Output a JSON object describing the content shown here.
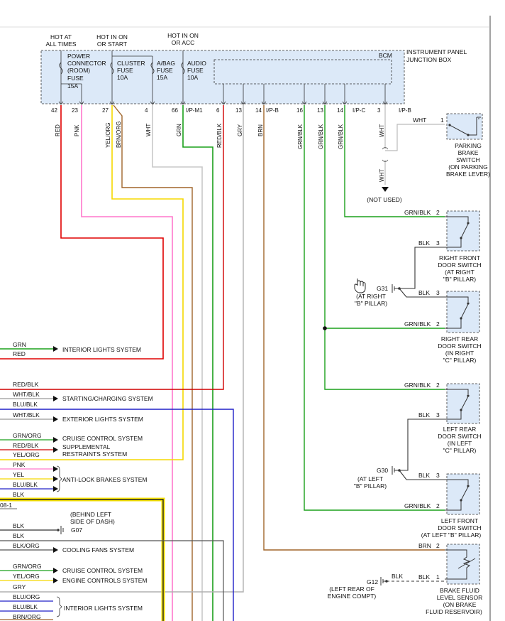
{
  "header": {
    "hot_at_all_times": [
      "HOT AT",
      "ALL TIMES"
    ],
    "hot_in_on_or_start": [
      "HOT IN ON",
      "OR START"
    ],
    "hot_in_on_or_acc": [
      "HOT IN ON",
      "OR ACC"
    ]
  },
  "junction_box": {
    "title": [
      "INSTRUMENT PANEL",
      "JUNCTION BOX"
    ],
    "bcm": "BCM",
    "power_connector": [
      "POWER",
      "CONNECTOR",
      "(ROOM)",
      "FUSE",
      "15A"
    ],
    "cluster_fuse": [
      "CLUSTER",
      "FUSE",
      "10A"
    ],
    "abag_fuse": [
      "A/BAG",
      "FUSE",
      "15A"
    ],
    "audio_fuse": [
      "AUDIO",
      "FUSE",
      "10A"
    ]
  },
  "pins": [
    "42",
    "23",
    "27",
    "4",
    "66",
    "I/P-M1",
    "6",
    "13",
    "14",
    "I/P-B",
    "16",
    "13",
    "14",
    "I/P-C",
    "3",
    "I/P-B"
  ],
  "vertical_wire_labels": [
    "RED",
    "PNK",
    "YEL/ORG",
    "BRN/ORG",
    "WHT",
    "GRN",
    "RED/BLK",
    "GRY",
    "BRN",
    "GRN/BLK",
    "GRN/BLK",
    "GRN/BLK",
    "WHT",
    "WHT"
  ],
  "not_used": "(NOT USED)",
  "parking_brake": {
    "wire": "WHT",
    "pin": "1",
    "name": [
      "PARKING",
      "BRAKE",
      "SWITCH",
      "(ON PARKING",
      "BRAKE LEVER)"
    ]
  },
  "right_front_door": {
    "wire1": "GRN/BLK",
    "pin1": "2",
    "wire2": "BLK",
    "pin2": "3",
    "name": [
      "RIGHT FRONT",
      "DOOR SWITCH",
      "(AT RIGHT",
      "\"B\" PILLAR)"
    ]
  },
  "ground_g31": {
    "id": "G31",
    "loc": [
      "(AT RIGHT",
      "\"B\" PILLAR)"
    ]
  },
  "right_rear_door": {
    "wire1": "BLK",
    "pin1": "3",
    "wire2": "GRN/BLK",
    "pin2": "2",
    "name": [
      "RIGHT REAR",
      "DOOR SWITCH",
      "(IN RIGHT",
      "\"C\" PILLAR)"
    ]
  },
  "left_rear_door": {
    "wire1": "GRN/BLK",
    "pin1": "2",
    "wire2": "BLK",
    "pin2": "3",
    "name": [
      "LEFT REAR",
      "DOOR SWITCH",
      "(IN LEFT",
      "\"C\" PILLAR)"
    ]
  },
  "ground_g30": {
    "id": "G30",
    "loc": [
      "(AT LEFT",
      "\"B\" PILLAR)"
    ]
  },
  "left_front_door": {
    "wire1": "BLK",
    "pin1": "3",
    "wire2": "GRN/BLK",
    "pin2": "2",
    "name": [
      "LEFT FRONT",
      "DOOR SWITCH",
      "(AT LEFT \"B\" PILLAR)"
    ]
  },
  "brake_fluid": {
    "wire1": "BRN",
    "pin1": "2",
    "wire2": "BLK",
    "pin2": "1",
    "name": [
      "BRAKE FLUID",
      "LEVEL SENSOR",
      "(ON BRAKE",
      "FLUID RESERVOIR)"
    ]
  },
  "ground_g12": {
    "id": "G12",
    "wire": "BLK",
    "loc": [
      "(LEFT REAR OF",
      "ENGINE COMPT)"
    ]
  },
  "ground_g07": {
    "id": "G07",
    "loc": [
      "(BEHIND LEFT",
      "SIDE OF DASH)"
    ]
  },
  "connector_ref": "08-1",
  "left_wires": [
    {
      "label": "GRN",
      "color": "#1aa01a"
    },
    {
      "label": "RED",
      "color": "#e00000"
    },
    {
      "label": "RED/BLK",
      "color": "#d00000"
    },
    {
      "label": "WHT/BLK",
      "color": "#999999"
    },
    {
      "label": "BLU/BLK",
      "color": "#2222cc"
    },
    {
      "label": "WHT/BLK",
      "color": "#999999"
    },
    {
      "label": "GRN/ORG",
      "color": "#1aa01a"
    },
    {
      "label": "RED/BLK",
      "color": "#d00000"
    },
    {
      "label": "YEL/ORG",
      "color": "#f0d000"
    },
    {
      "label": "PNK",
      "color": "#ff66cc"
    },
    {
      "label": "YEL",
      "color": "#f0d000"
    },
    {
      "label": "BLU/BLK",
      "color": "#2222cc"
    },
    {
      "label": "BLK",
      "color": "#333333"
    },
    {
      "label": "BLK",
      "color": "#333333"
    },
    {
      "label": "BLK",
      "color": "#333333"
    },
    {
      "label": "BLK/ORG",
      "color": "#555555"
    },
    {
      "label": "GRN/ORG",
      "color": "#1aa01a"
    },
    {
      "label": "YEL/ORG",
      "color": "#f0d000"
    },
    {
      "label": "GRY",
      "color": "#aaaaaa"
    },
    {
      "label": "BLU/ORG",
      "color": "#2222cc"
    },
    {
      "label": "BLU/BLK",
      "color": "#2222cc"
    },
    {
      "label": "BRN/ORG",
      "color": "#8b5a2b"
    }
  ],
  "systems": {
    "interior_lights": "INTERIOR LIGHTS SYSTEM",
    "starting_charging": "STARTING/CHARGING SYSTEM",
    "exterior_lights": "EXTERIOR LIGHTS SYSTEM",
    "cruise_control": "CRUISE CONTROL SYSTEM",
    "supplemental": [
      "SUPPLEMENTAL",
      "RESTRAINTS SYSTEM"
    ],
    "anti_lock": "ANTI-LOCK BRAKES SYSTEM",
    "cooling_fans": "COOLING FANS SYSTEM",
    "cruise_control_2": "CRUISE CONTROL SYSTEM",
    "engine_controls": "ENGINE CONTROLS SYSTEM",
    "interior_lights_2": "INTERIOR LIGHTS SYSTEM"
  },
  "colors": {
    "red": "#e00000",
    "pink": "#ff77cc",
    "yellow": "#f5d800",
    "brown": "#a0652a",
    "white": "#bbbbbb",
    "green": "#1aa01a",
    "blue": "#2020c8",
    "black": "#333333",
    "jb_fill": "#dce9f8"
  }
}
